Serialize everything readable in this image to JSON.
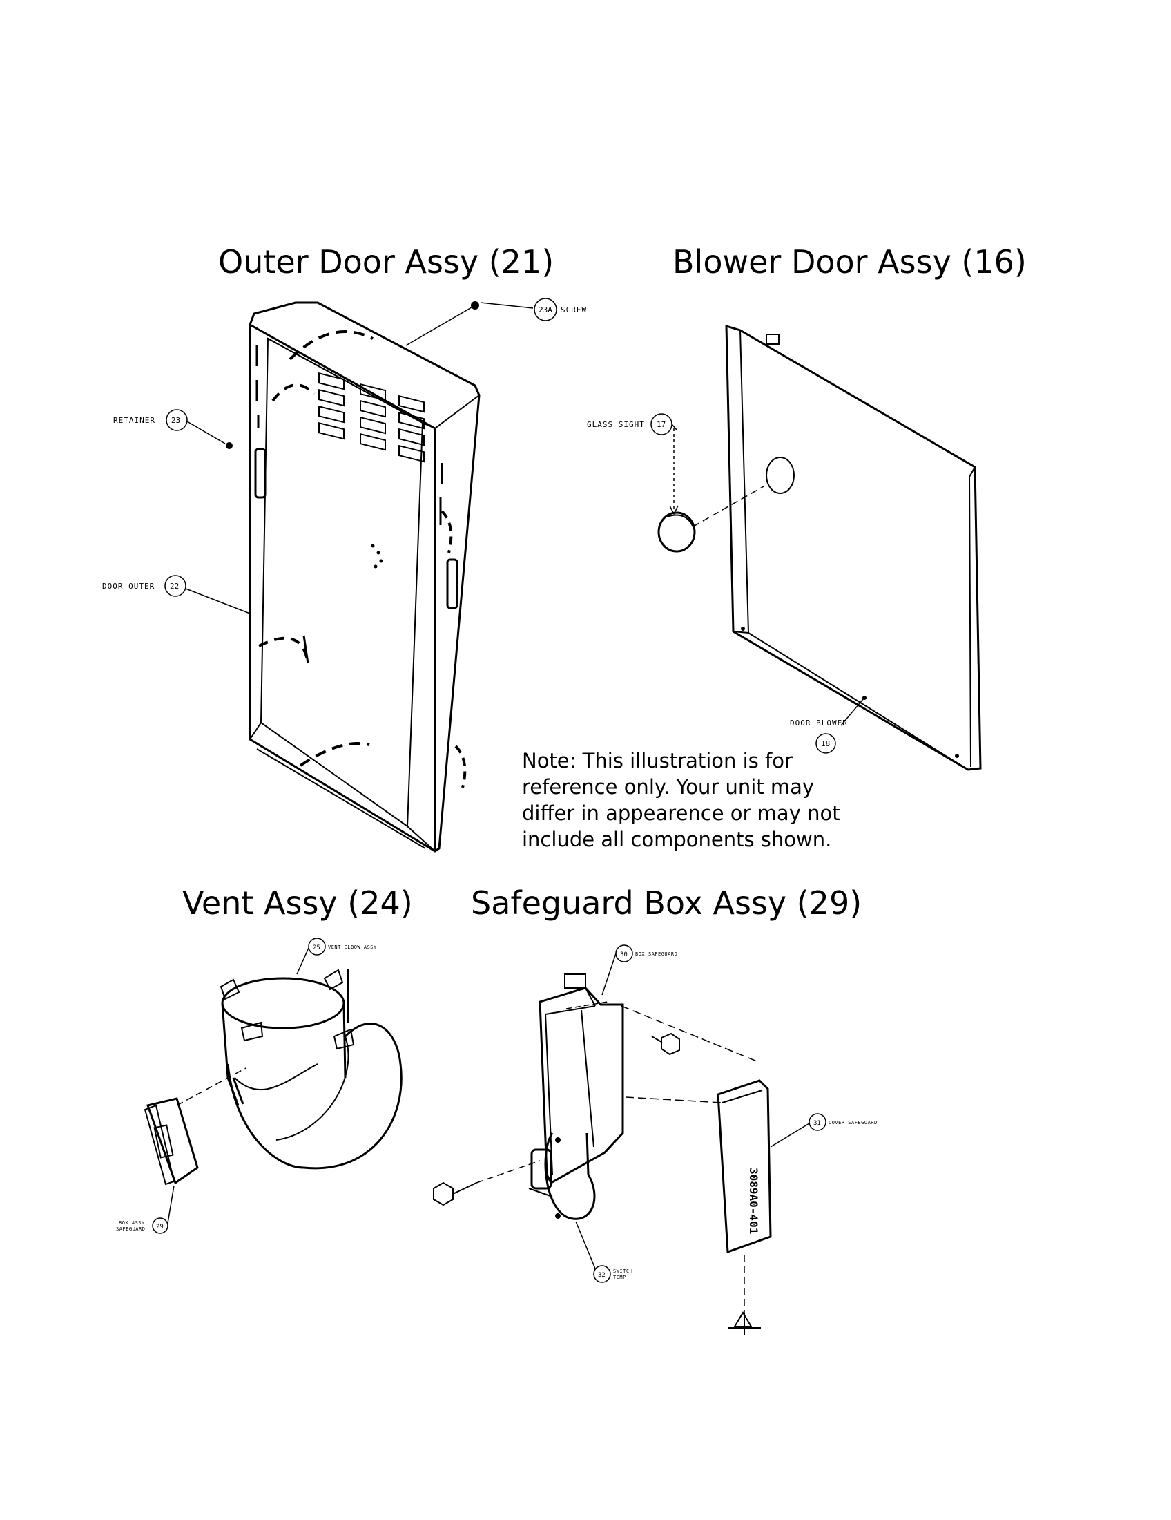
{
  "titles": {
    "outer_door": "Outer Door Assy (21)",
    "blower_door": "Blower Door Assy (16)",
    "vent": "Vent Assy (24)",
    "safeguard": "Safeguard Box Assy (29)"
  },
  "note": {
    "line1": "Note: This illustration is for",
    "line2": "reference only. Your unit may",
    "line3": "differ in appearence or may not",
    "line4": "include all components shown."
  },
  "callouts": {
    "screw": {
      "num": "23A",
      "label": "SCREW"
    },
    "retainer": {
      "num": "23",
      "label": "RETAINER"
    },
    "door_outer": {
      "num": "22",
      "label": "DOOR OUTER"
    },
    "glass_sight": {
      "num": "17",
      "label": "GLASS SIGHT"
    },
    "door_blower": {
      "num": "18",
      "label": "DOOR BLOWER"
    },
    "vent_elbow": {
      "num": "25",
      "label": "VENT ELBOW ASSY"
    },
    "box_assy": {
      "num": "29",
      "label_1": "BOX ASSY",
      "label_2": "SAFEGUARD"
    },
    "box_safeguard": {
      "num": "30",
      "label": "BOX SAFEGUARD"
    },
    "cover_safeguard": {
      "num": "31",
      "label": "COVER SAFEGUARD"
    },
    "switch_temp": {
      "num": "32",
      "label_1": "SWITCH",
      "label_2": "TEMP"
    }
  },
  "part_marking": "3089A0-401"
}
